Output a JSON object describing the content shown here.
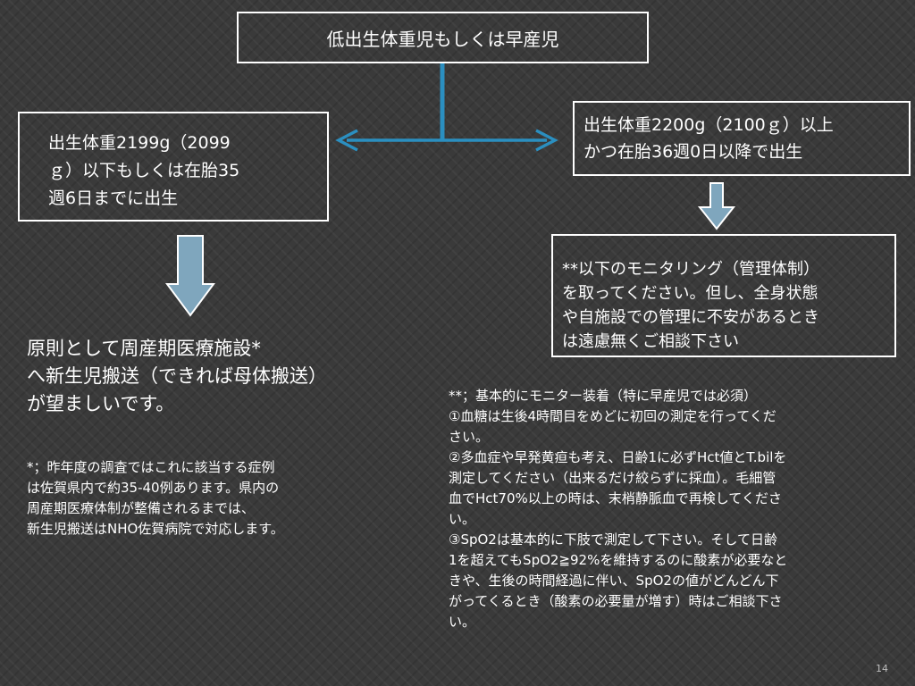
{
  "top_box": {
    "text": "低出生体重児もしくは早産児"
  },
  "left_box": {
    "lines": [
      "出生体重2199g（2099",
      "ｇ）以下もしくは在胎35",
      "週6日までに出生"
    ]
  },
  "right_box": {
    "lines": [
      "出生体重2200g（2100ｇ）以上",
      "かつ在胎36週0日以降で出生"
    ]
  },
  "monitoring_box": {
    "lines": [
      "**以下のモニタリング（管理体制）",
      "を取ってください。但し、全身状態",
      "や自施設での管理に不安があるとき",
      "は遠慮無くご相談下さい"
    ]
  },
  "left_result": {
    "lines": [
      "原則として周産期医療施設*",
      "へ新生児搬送（できれば母体搬送）",
      "が望ましいです。"
    ]
  },
  "left_footnote": {
    "lines": [
      "*；昨年度の調査ではこれに該当する症例",
      "は佐賀県内で約35-40例あります。県内の",
      "周産期医療体制が整備されるまでは、",
      "新生児搬送はNHO佐賀病院で対応します。"
    ]
  },
  "right_footnote": {
    "lines": [
      "**；基本的にモニター装着（特に早産児では必須）",
      "①血糖は生後4時間目をめどに初回の測定を行ってくだ",
      "さい。",
      "②多血症や早発黄疸も考え、日齢1に必ずHct値とT.bilを",
      "測定してください（出来るだけ絞らずに採血）。毛細管",
      "血でHct70%以上の時は、末梢静脈血で再検してくださ",
      "い。",
      "③SpO2は基本的に下肢で測定して下さい。そして日齢",
      "1を超えてもSpO2≧92%を維持するのに酸素が必要なと",
      "きや、生後の時間経過に伴い、SpO2の値がどんどん下",
      "がってくるとき（酸素の必要量が増す）時はご相談下さ",
      "い。"
    ]
  },
  "page_number": "14",
  "colors": {
    "connector_blue": "#2b8fc0",
    "down_arrow_fill": "#7fa6bd"
  }
}
